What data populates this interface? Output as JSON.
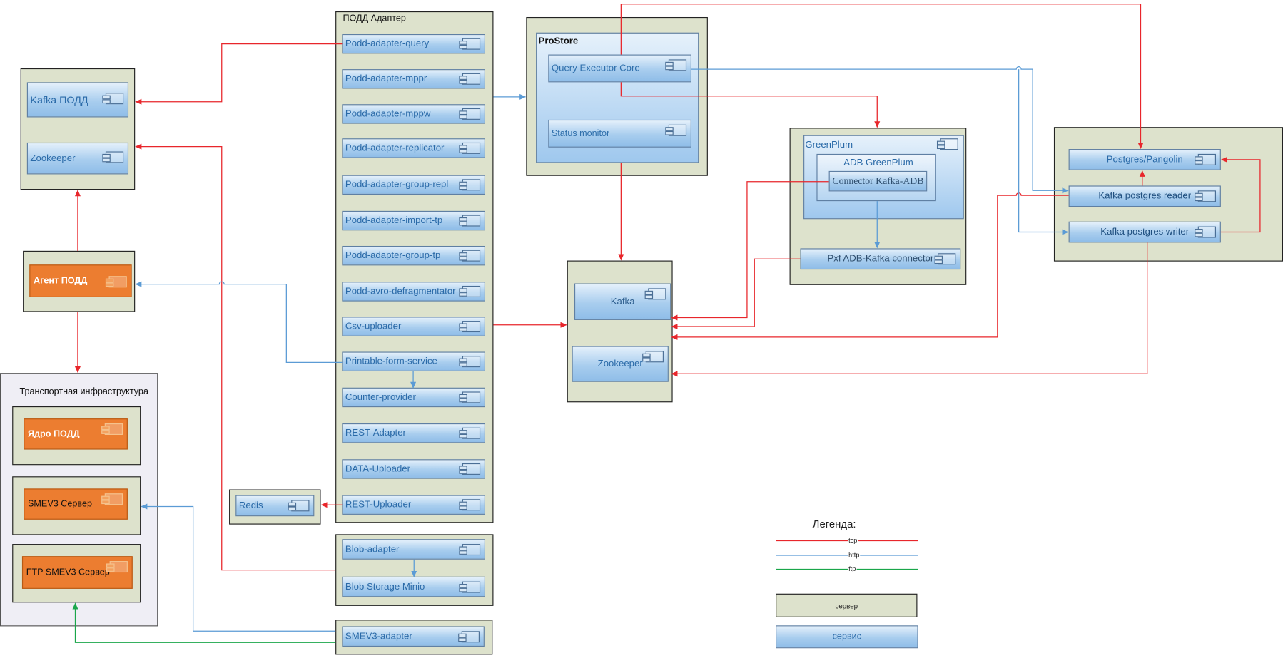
{
  "podd_adapter": {
    "title": "ПОДД Адаптер",
    "services": [
      "Podd-adapter-query",
      "Podd-adapter-mppr",
      "Podd-adapter-mppw",
      "Podd-adapter-replicator",
      "Podd-adapter-group-repl",
      "Podd-adapter-import-tp",
      "Podd-adapter-group-tp",
      "Podd-avro-defragmentator",
      "Csv-uploader",
      "Printable-form-service",
      "Counter-provider",
      "REST-Adapter",
      "DATA-Uploader",
      "REST-Uploader"
    ]
  },
  "kafka_podd": {
    "kafka": "Kafka ПОДД",
    "zookeeper": "Zookeeper"
  },
  "agent": {
    "label": "Агент ПОДД"
  },
  "transport": {
    "title": "Транспортная инфраструктура",
    "core": "Ядро ПОДД",
    "smev3": "SMEV3 Сервер",
    "ftp": "FTP SMEV3 Сервер"
  },
  "redis": {
    "label": "Redis"
  },
  "blob": {
    "adapter": "Blob-adapter",
    "storage": "Blob Storage Minio"
  },
  "smev3_adapter": {
    "label": "SMEV3-adapter"
  },
  "prostore": {
    "title": "ProStore",
    "core": "Query Executor Core",
    "monitor": "Status monitor"
  },
  "kafka_server": {
    "kafka": "Kafka",
    "zookeeper": "Zookeeper"
  },
  "greenplum": {
    "title": "GreenPlum",
    "adb": "ADB GreenPlum",
    "connector": "Connector Kafka-ADB",
    "pxf": "Pxf ADB-Kafka connector"
  },
  "postgres": {
    "pangolin": "Postgres/Pangolin",
    "reader": "Kafka postgres reader",
    "writer": "Kafka postgres writer"
  },
  "legend": {
    "title": "Легенда:",
    "tcp": "tcp",
    "http": "http",
    "ftp": "ftp",
    "server": "сервер",
    "service": "сервис"
  },
  "colors": {
    "tcp": "#e8262b",
    "http": "#5b9bd5",
    "ftp": "#1aa64a",
    "server": "#dde2cc",
    "service": "#8fbde8",
    "node": "#ec7d30"
  }
}
